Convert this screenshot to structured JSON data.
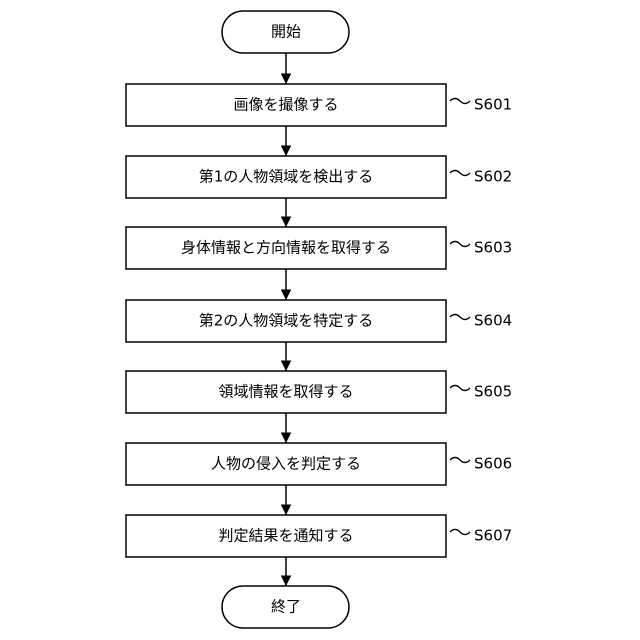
{
  "flowchart": {
    "start": {
      "label": "開始"
    },
    "steps": [
      {
        "label": "画像を撮像する",
        "id": "S601"
      },
      {
        "label": "第1の人物領域を検出する",
        "id": "S602"
      },
      {
        "label": "身体情報と方向情報を取得する",
        "id": "S603"
      },
      {
        "label": "第2の人物領域を特定する",
        "id": "S604"
      },
      {
        "label": "領域情報を取得する",
        "id": "S605"
      },
      {
        "label": "人物の侵入を判定する",
        "id": "S606"
      },
      {
        "label": "判定結果を通知する",
        "id": "S607"
      }
    ],
    "end": {
      "label": "終了"
    }
  }
}
